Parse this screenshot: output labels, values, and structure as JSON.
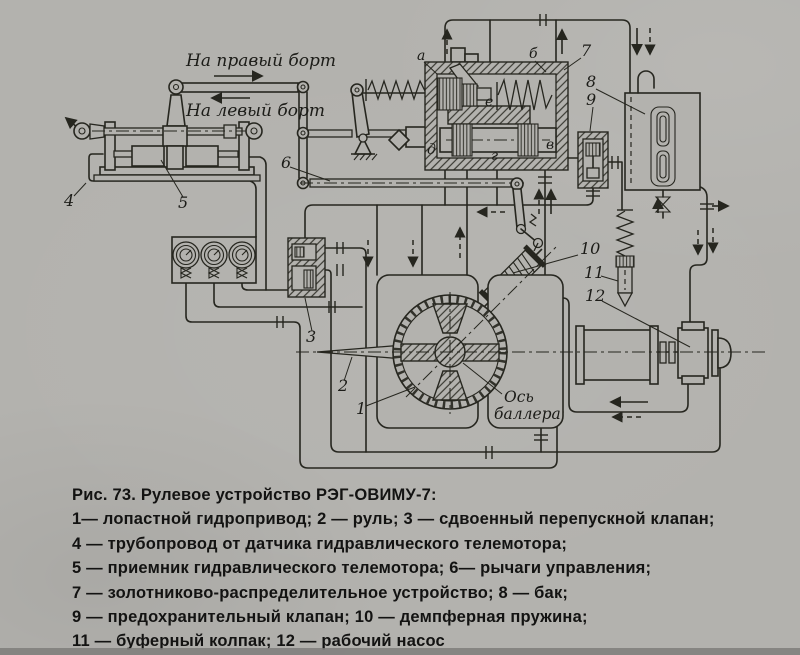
{
  "caption": {
    "lines": [
      "Рис. 73. Рулевое устройство РЭГ-ОВИМУ-7:",
      "1— лопастной гидропривод; 2 — руль; 3 — сдвоенный перепускной клапан;",
      "4 — трубопровод от датчика гидравлического телемотора;",
      "5 — приемник гидравлического телемотора; 6— рычаги управления;",
      "7 — золотниково-распределительное устройство; 8 — бак;",
      "9 — предохранительный клапан; 10 — демпферная пружина;",
      "11 — буферный колпак; 12 — рабочий насос"
    ]
  },
  "diagram": {
    "to_starboard": "На правый борт",
    "to_port": "На левый борт",
    "axis_line1": "Ось",
    "axis_line2": "баллера",
    "labels": {
      "l1": "1",
      "l2": "2",
      "l3": "3",
      "l4": "4",
      "l5": "5",
      "l6": "6",
      "l7": "7",
      "l8": "8",
      "l9": "9",
      "l10": "10",
      "l11": "11",
      "l12": "12"
    },
    "ports": {
      "a": "а",
      "b": "б",
      "v": "в",
      "g": "г",
      "d": "д",
      "e": "е"
    }
  },
  "colors": {
    "paper": "#b3b2ae",
    "ink": "#26261f"
  }
}
